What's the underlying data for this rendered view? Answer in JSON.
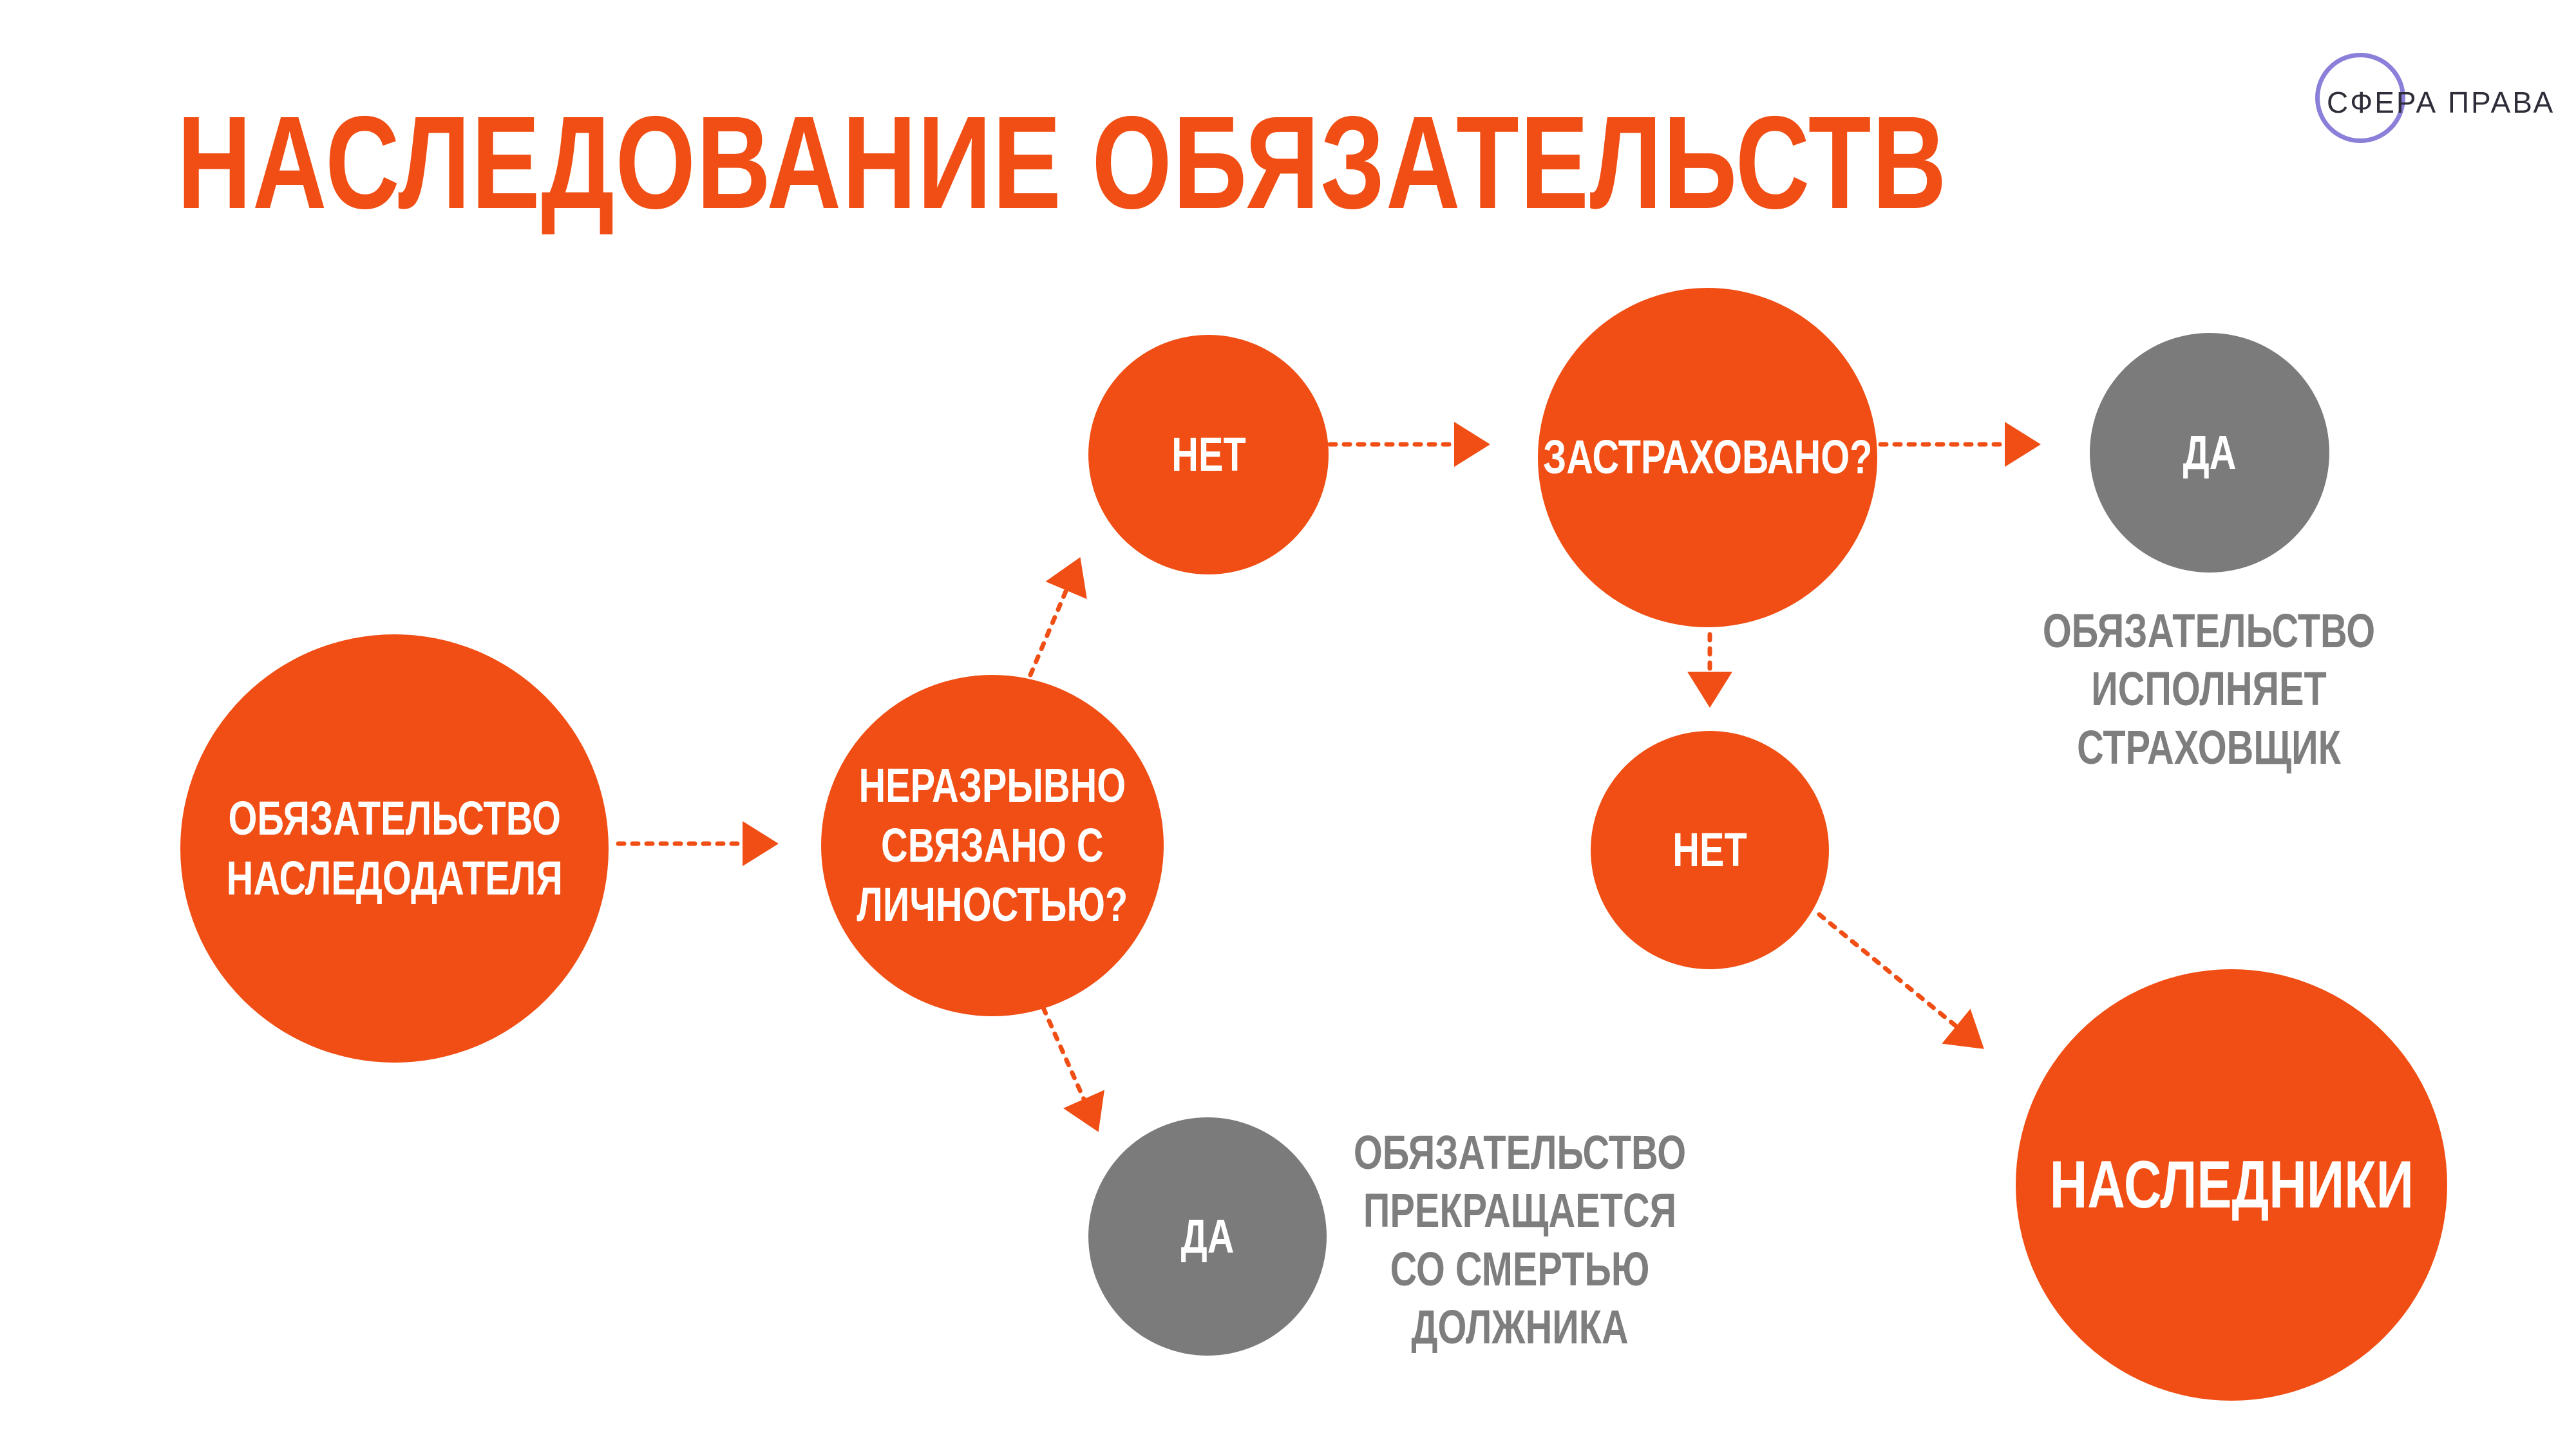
{
  "title": "НАСЛЕДОВАНИЕ ОБЯЗАТЕЛЬСТВ",
  "logo": {
    "text": "СФЕРА ПРАВА",
    "ring_color": "#8A7FD9"
  },
  "colors": {
    "accent": "#F04E14",
    "neutral": "#7B7B7B",
    "note_text": "#7E7E7E"
  },
  "nodes": {
    "start": "ОБЯЗАТЕЛЬСТВО\nНАСЛЕДОДАТЕЛЯ",
    "question1": "НЕРАЗРЫВНО\nСВЯЗАНО С\nЛИЧНОСТЬЮ?",
    "no1": "НЕТ",
    "question2": "ЗАСТРАХОВАНО?",
    "yes2": "ДА",
    "no2": "НЕТ",
    "yes1": "ДА",
    "heirs": "НАСЛЕДНИКИ"
  },
  "notes": {
    "insurer": "ОБЯЗАТЕЛЬСТВО\nИСПОЛНЯЕТ\nСТРАХОВЩИК",
    "terminated": "ОБЯЗАТЕЛЬСТВО\nПРЕКРАЩАЕТСЯ\nСО СМЕРТЬЮ\nДОЛЖНИКА"
  }
}
